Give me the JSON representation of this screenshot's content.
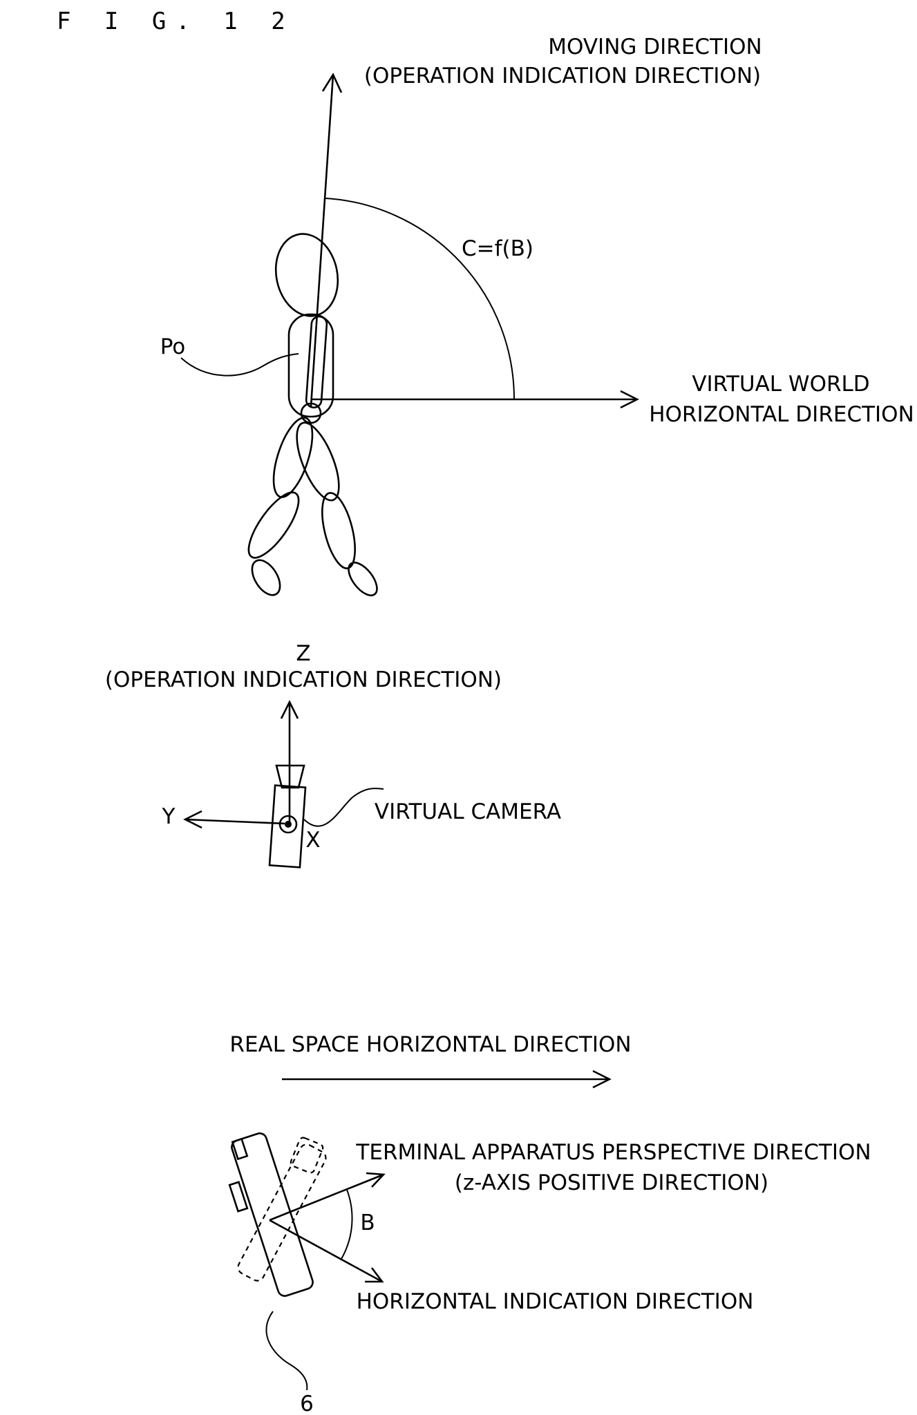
{
  "figure": {
    "title": "F I G. 1 2"
  },
  "top_diagram": {
    "moving_direction_line1": "MOVING DIRECTION",
    "moving_direction_line2": "(OPERATION INDICATION DIRECTION)",
    "angle_label": "C=f(B)",
    "player_label": "Po",
    "virtual_world_line1": "VIRTUAL WORLD",
    "virtual_world_line2": "HORIZONTAL DIRECTION"
  },
  "camera_diagram": {
    "z_label": "Z",
    "z_caption": "(OPERATION INDICATION DIRECTION)",
    "y_label": "Y",
    "x_label": "X",
    "camera_label": "VIRTUAL CAMERA"
  },
  "bottom_diagram": {
    "real_space_label": "REAL SPACE HORIZONTAL DIRECTION",
    "perspective_line1": "TERMINAL APPARATUS PERSPECTIVE DIRECTION",
    "perspective_line2": "(z-AXIS POSITIVE DIRECTION)",
    "angle_label": "B",
    "horizontal_indication": "HORIZONTAL INDICATION DIRECTION",
    "terminal_ref": "6"
  }
}
